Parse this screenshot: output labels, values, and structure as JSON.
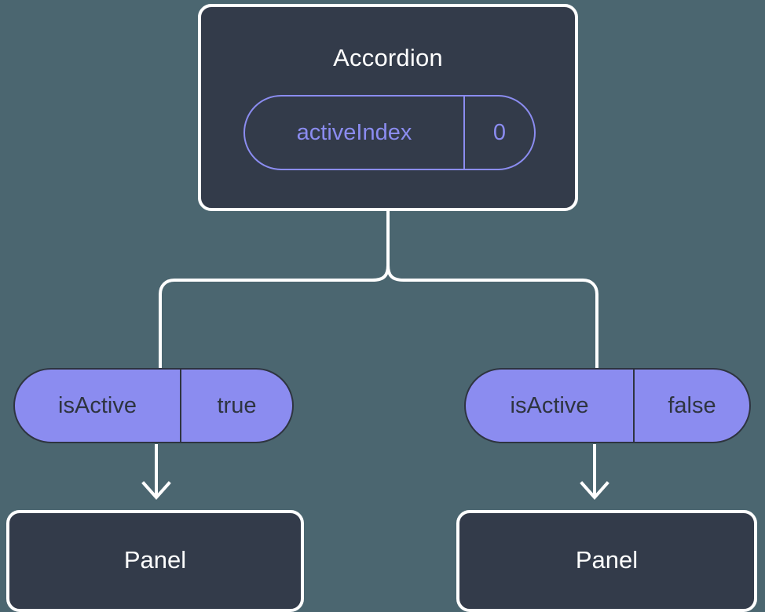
{
  "diagram": {
    "type": "component-tree",
    "background_color": "#4b6670",
    "node_color": "#333b4a",
    "accent_color": "#8b8cf0",
    "stroke_color": "#ffffff",
    "pill_text_color": "#2e3440",
    "root": {
      "title": "Accordion",
      "state": {
        "key": "activeIndex",
        "value": "0"
      }
    },
    "branches": [
      {
        "prop": {
          "key": "isActive",
          "value": "true"
        },
        "child": {
          "title": "Panel"
        }
      },
      {
        "prop": {
          "key": "isActive",
          "value": "false"
        },
        "child": {
          "title": "Panel"
        }
      }
    ]
  }
}
